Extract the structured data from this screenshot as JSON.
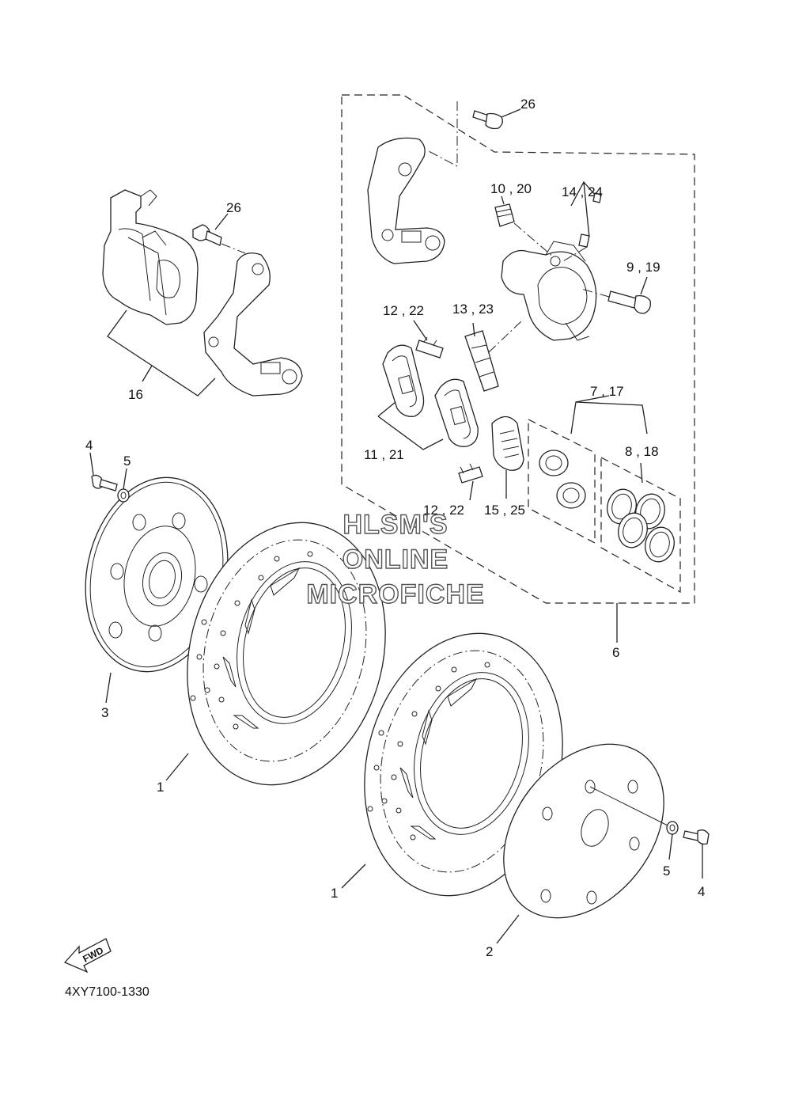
{
  "labels": {
    "l26a": "26",
    "l26b": "26",
    "l10_20": "10 , 20",
    "l14_24": "14 , 24",
    "l9_19": "9 , 19",
    "l12_22a": "12 , 22",
    "l13_23": "13 , 23",
    "l16": "16",
    "l7_17": "7 , 17",
    "l8_18": "8 , 18",
    "l11_21": "11 , 21",
    "l4a": "4",
    "l5a": "5",
    "l12_22b": "12 , 22",
    "l15_25": "15 , 25",
    "l6": "6",
    "l3": "3",
    "l1a": "1",
    "l1b": "1",
    "l5b": "5",
    "l4b": "4",
    "l2": "2"
  },
  "watermark": {
    "line1": "HLSM'S",
    "line2": "ONLINE",
    "line3": "MICROFICHE"
  },
  "fwd_arrow": "FWD",
  "diagram_code": "4XY7100-1330"
}
